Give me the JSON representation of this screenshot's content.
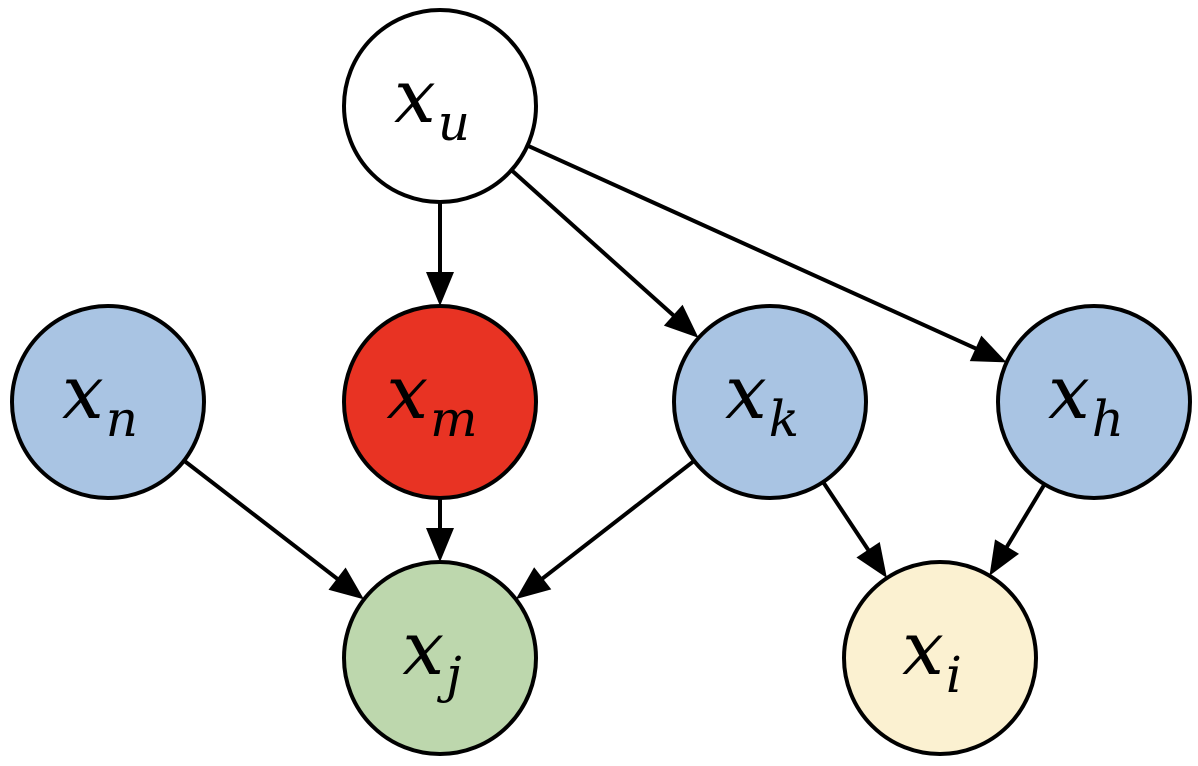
{
  "nodes": [
    {
      "id": "u",
      "base": "x",
      "sub": "u",
      "fill": "#ffffff"
    },
    {
      "id": "n",
      "base": "x",
      "sub": "n",
      "fill": "#a9c4e3"
    },
    {
      "id": "m",
      "base": "x",
      "sub": "m",
      "fill": "#e83323"
    },
    {
      "id": "k",
      "base": "x",
      "sub": "k",
      "fill": "#a9c4e3"
    },
    {
      "id": "h",
      "base": "x",
      "sub": "h",
      "fill": "#a9c4e3"
    },
    {
      "id": "j",
      "base": "x",
      "sub": "j",
      "fill": "#bdd7ad"
    },
    {
      "id": "i",
      "base": "x",
      "sub": "i",
      "fill": "#fbf1d1"
    }
  ],
  "edges": [
    {
      "from": "u",
      "to": "m"
    },
    {
      "from": "u",
      "to": "k"
    },
    {
      "from": "u",
      "to": "h"
    },
    {
      "from": "n",
      "to": "j"
    },
    {
      "from": "m",
      "to": "j"
    },
    {
      "from": "k",
      "to": "j"
    },
    {
      "from": "k",
      "to": "i"
    },
    {
      "from": "h",
      "to": "i"
    }
  ]
}
